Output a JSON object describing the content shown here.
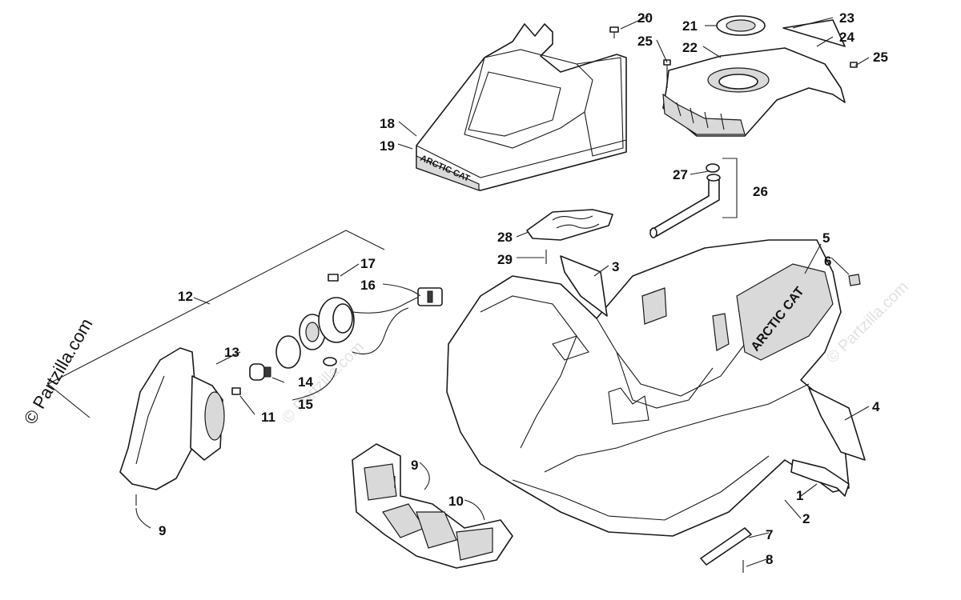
{
  "credit": "© Partzilla.com",
  "watermark": "© Partzilla.com",
  "logo_text": "ARCTIC CAT",
  "callouts": {
    "c1": "1",
    "c2": "2",
    "c3": "3",
    "c4": "4",
    "c5": "5",
    "c6": "6",
    "c7": "7",
    "c8": "8",
    "c9a": "9",
    "c9b": "9",
    "c10": "10",
    "c11": "11",
    "c12": "12",
    "c13": "13",
    "c14": "14",
    "c15": "15",
    "c16": "16",
    "c17": "17",
    "c18": "18",
    "c19": "19",
    "c20": "20",
    "c21": "21",
    "c22": "22",
    "c23": "23",
    "c24": "24",
    "c25a": "25",
    "c25b": "25",
    "c26": "26",
    "c27": "27",
    "c28": "28",
    "c29": "29"
  }
}
